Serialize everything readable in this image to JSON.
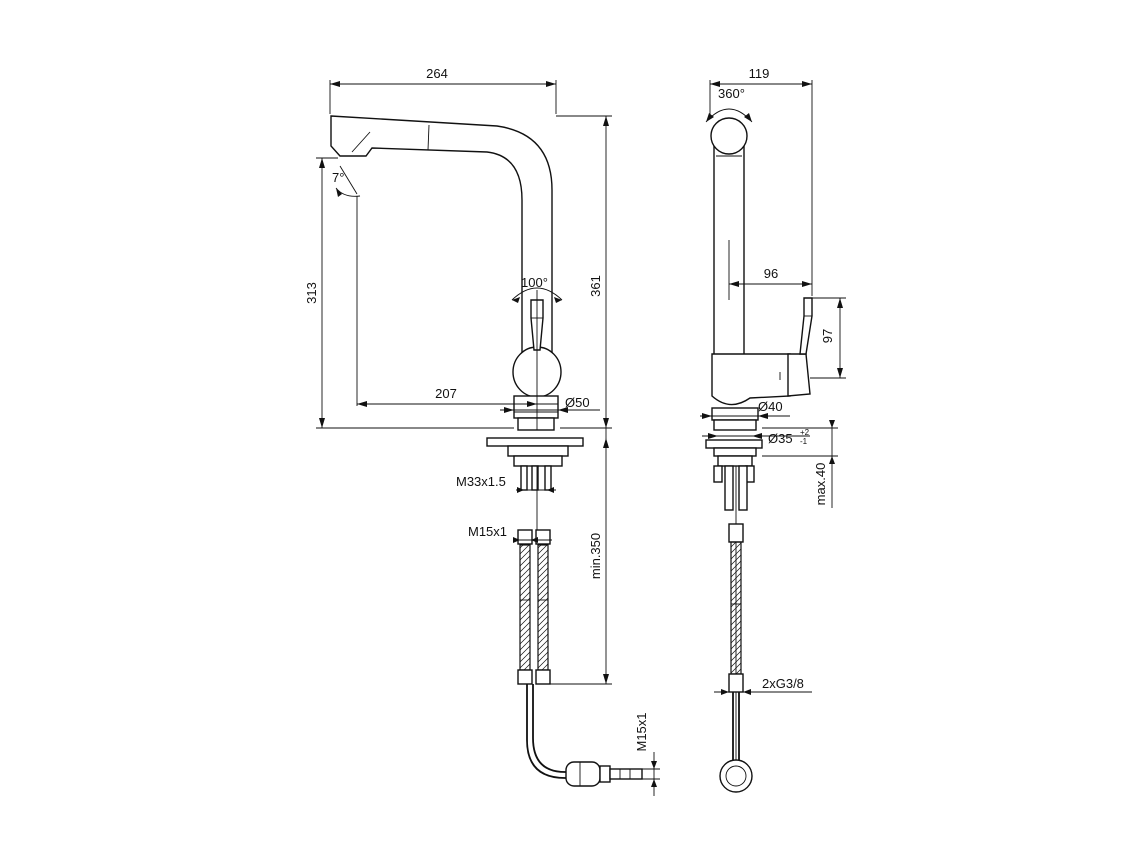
{
  "front_view": {
    "width_total": "264",
    "height_total": "361",
    "spout_height": "313",
    "spout_reach": "207",
    "base_diameter": "Ø50",
    "spray_angle": "7°",
    "lever_angle": "100°",
    "thread_main": "M33x1.5",
    "thread_hose": "M15x1",
    "hose_length": "min.350",
    "connector_thread": "M15x1"
  },
  "side_view": {
    "depth_total": "119",
    "rotation": "360°",
    "lever_offset": "96",
    "lever_height": "97",
    "body_diameter": "Ø40",
    "hole_diameter": "Ø35",
    "hole_tolerance_upper": "+2",
    "hole_tolerance_lower": "-1",
    "deck_thickness": "max.40",
    "connection": "2xG3/8"
  }
}
